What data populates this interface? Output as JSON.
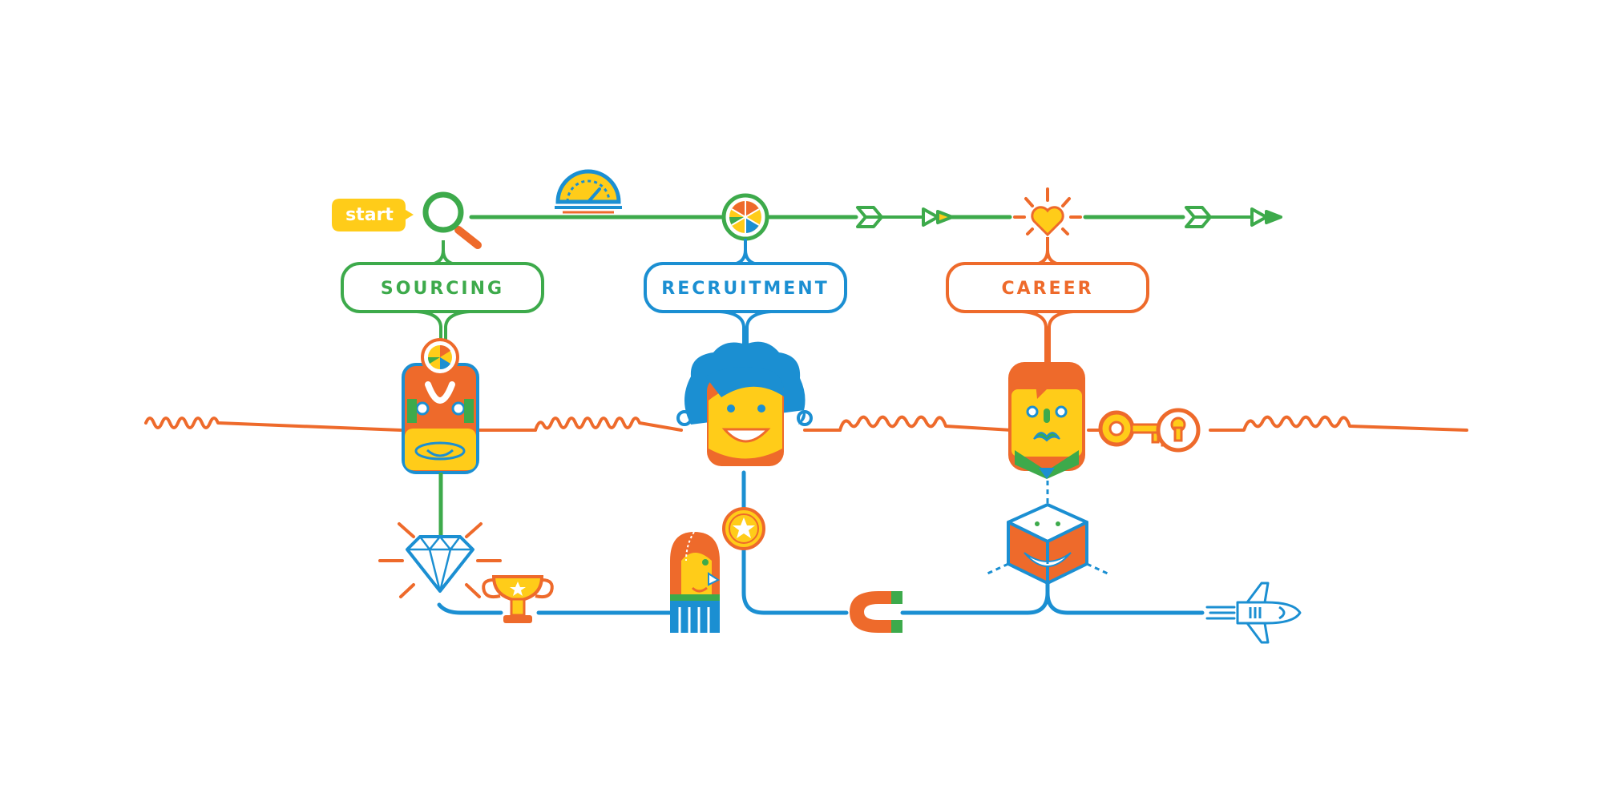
{
  "start": {
    "label": "start"
  },
  "stages": [
    {
      "label": "SOURCING",
      "color": "#3DAA4B"
    },
    {
      "label": "RECRUITMENT",
      "color": "#1B8FD2"
    },
    {
      "label": "CAREER",
      "color": "#EE6A2B"
    }
  ],
  "colors": {
    "green": "#3DAA4B",
    "blue": "#1B8FD2",
    "orange": "#EE6A2B",
    "yellow": "#FFCC19",
    "white": "#ffffff"
  },
  "icons": [
    "magnifier-icon",
    "speedometer-icon",
    "pie-wheel-icon",
    "arrow-icon",
    "heart-icon",
    "cylinder-character-icon",
    "curly-hair-character-icon",
    "mustache-character-icon",
    "key-icon",
    "keyhole-icon",
    "diamond-icon",
    "trophy-icon",
    "hooded-character-icon",
    "star-coin-icon",
    "magnet-icon",
    "cube-character-icon",
    "rocket-icon"
  ]
}
